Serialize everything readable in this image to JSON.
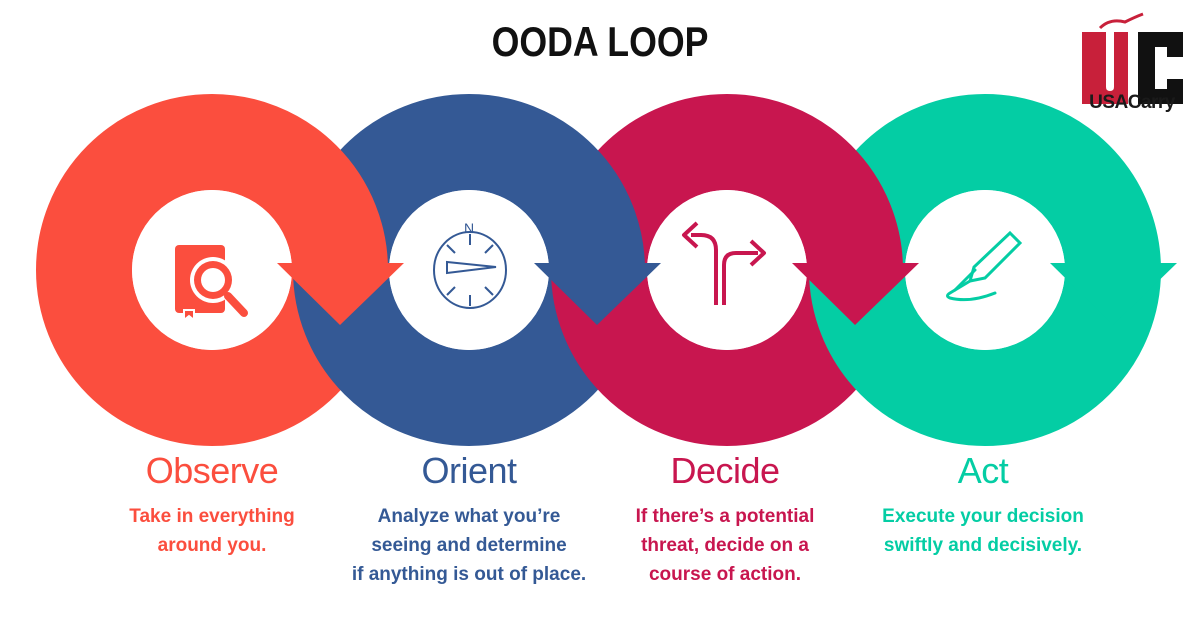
{
  "title": "OODA LOOP",
  "logo": {
    "text": "USACarry",
    "letters": "UC"
  },
  "colors": {
    "observe": "#fb4e3e",
    "orient": "#345995",
    "decide": "#c8164f",
    "act": "#04cda4"
  },
  "steps": [
    {
      "name": "Observe",
      "icon": "search-document-icon",
      "lines": [
        "Take in everything",
        "around you."
      ]
    },
    {
      "name": "Orient",
      "icon": "compass-icon",
      "lines": [
        "Analyze what you’re",
        "seeing and determine",
        "if anything is out of place."
      ]
    },
    {
      "name": "Decide",
      "icon": "split-arrows-icon",
      "lines": [
        "If there’s a potential",
        "threat, decide on a",
        "course of action."
      ]
    },
    {
      "name": "Act",
      "icon": "pen-icon",
      "lines": [
        "Execute your decision",
        "swiftly and decisively."
      ]
    }
  ]
}
